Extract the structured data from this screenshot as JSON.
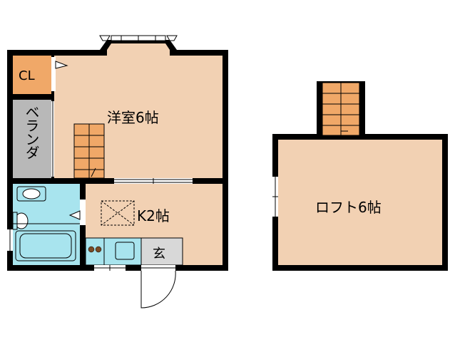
{
  "labels": {
    "closet": "CL",
    "balcony": "ベランダ",
    "western_room": "洋室6帖",
    "kitchen": "K2帖",
    "entrance": "玄",
    "loft": "ロフト6帖"
  },
  "colors": {
    "wall": "#000000",
    "room": "#f2d1b3",
    "closet": "#f0a868",
    "balcony": "#b8b8b8",
    "bath": "#a8e4ee",
    "stairs": "#f0a868",
    "entrance": "#d8d8d8"
  }
}
